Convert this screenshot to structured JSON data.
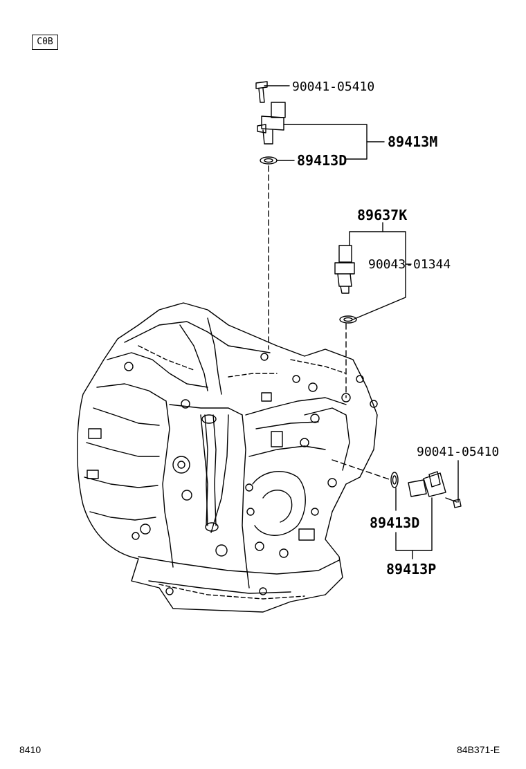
{
  "header": {
    "code": "C0B"
  },
  "parts": {
    "bolt_top": "90041-05410",
    "sensor_assy_top": "89413M",
    "oring_top": "89413D",
    "switch_assy": "89637K",
    "switch_gasket": "90043-01344",
    "bolt_right": "90041-05410",
    "oring_right": "89413D",
    "sensor_assy_right": "89413P"
  },
  "footer": {
    "page_ref": "8410",
    "figure_id": "84B371-E"
  },
  "icons": [
    "bolt-icon",
    "speed-sensor-icon",
    "o-ring-icon",
    "pressure-switch-icon",
    "gasket-icon",
    "transaxle-housing-icon"
  ]
}
